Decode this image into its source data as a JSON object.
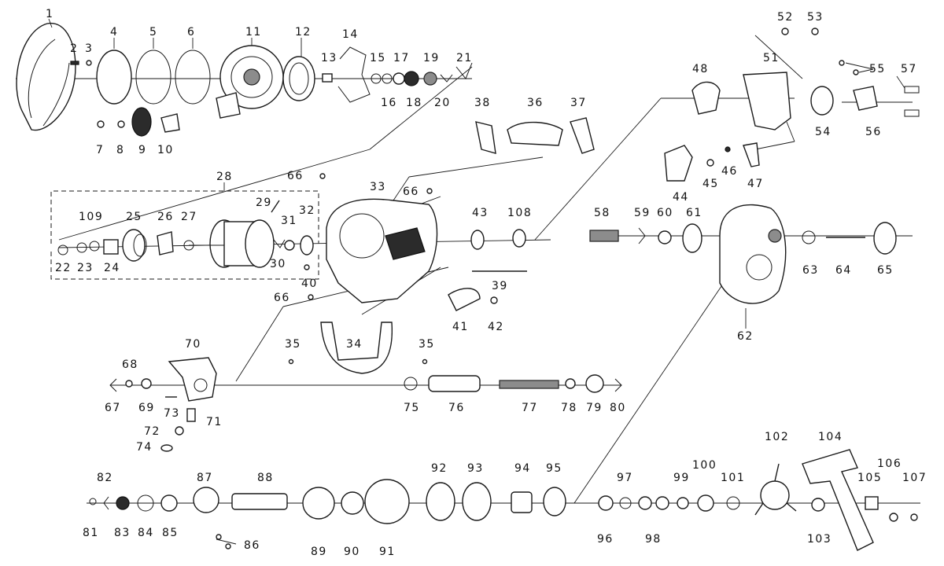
{
  "labels": {
    "p1": "1",
    "p2": "2",
    "p3": "3",
    "p4": "4",
    "p5": "5",
    "p6": "6",
    "p7": "7",
    "p8": "8",
    "p9": "9",
    "p10": "10",
    "p11": "11",
    "p12": "12",
    "p13": "13",
    "p14": "14",
    "p15": "15",
    "p16": "16",
    "p17": "17",
    "p18": "18",
    "p19": "19",
    "p20": "20",
    "p21": "21",
    "p22": "22",
    "p23": "23",
    "p24": "24",
    "p25": "25",
    "p26": "26",
    "p27": "27",
    "p28": "28",
    "p29": "29",
    "p30": "30",
    "p31": "31",
    "p32": "32",
    "p33": "33",
    "p34": "34",
    "p35a": "35",
    "p35b": "35",
    "p36": "36",
    "p37": "37",
    "p38": "38",
    "p39": "39",
    "p40": "40",
    "p41": "41",
    "p42": "42",
    "p43": "43",
    "p44": "44",
    "p45": "45",
    "p46": "46",
    "p47": "47",
    "p48": "48",
    "p51": "51",
    "p52": "52",
    "p53": "53",
    "p54": "54",
    "p55": "55",
    "p56": "56",
    "p57": "57",
    "p58": "58",
    "p59": "59",
    "p60": "60",
    "p61": "61",
    "p62": "62",
    "p63": "63",
    "p64": "64",
    "p65": "65",
    "p66a": "66",
    "p66b": "66",
    "p66c": "66",
    "p67": "67",
    "p68": "68",
    "p69": "69",
    "p70": "70",
    "p71": "71",
    "p72": "72",
    "p73": "73",
    "p74": "74",
    "p75": "75",
    "p76": "76",
    "p77": "77",
    "p78": "78",
    "p79": "79",
    "p80": "80",
    "p81": "81",
    "p82": "82",
    "p83": "83",
    "p84": "84",
    "p85": "85",
    "p86": "86",
    "p87": "87",
    "p88": "88",
    "p89": "89",
    "p90": "90",
    "p91": "91",
    "p92": "92",
    "p93": "93",
    "p94": "94",
    "p95": "95",
    "p96": "96",
    "p97": "97",
    "p98": "98",
    "p99": "99",
    "p100": "100",
    "p101": "101",
    "p102": "102",
    "p103": "103",
    "p104": "104",
    "p105": "105",
    "p106": "106",
    "p107": "107",
    "p108": "108",
    "p109": "109"
  }
}
